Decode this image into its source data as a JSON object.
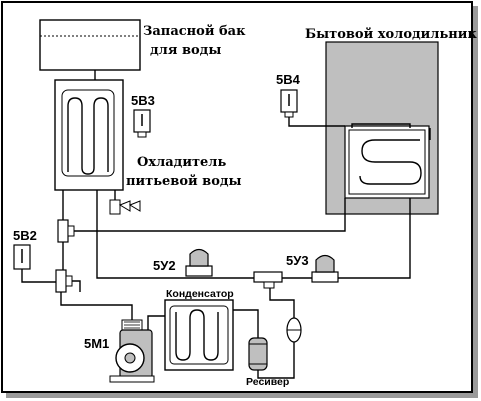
{
  "labels": {
    "tank": [
      "Запасной бак",
      "для воды"
    ],
    "fridge": "Бытовой холодильник",
    "cooler": [
      "Охладитель",
      "питьевой воды"
    ],
    "condenser": "Конденсатор",
    "receiver": "Ресивер",
    "v_5b4": "5В4",
    "v_5b3": "5В3",
    "v_5b2": "5В2",
    "u_5u2": "5У2",
    "u_5u3": "5У3",
    "m_5m1": "5М1"
  },
  "colors": {
    "fridge_fill": "#bfbfbf",
    "frame": "#000000",
    "shadow": "#9a9a9a"
  },
  "icons": [
    "solenoid-valve-icon",
    "pressure-switch-icon",
    "compressor-icon",
    "receiver-icon",
    "filter-icon",
    "tap-icon"
  ]
}
